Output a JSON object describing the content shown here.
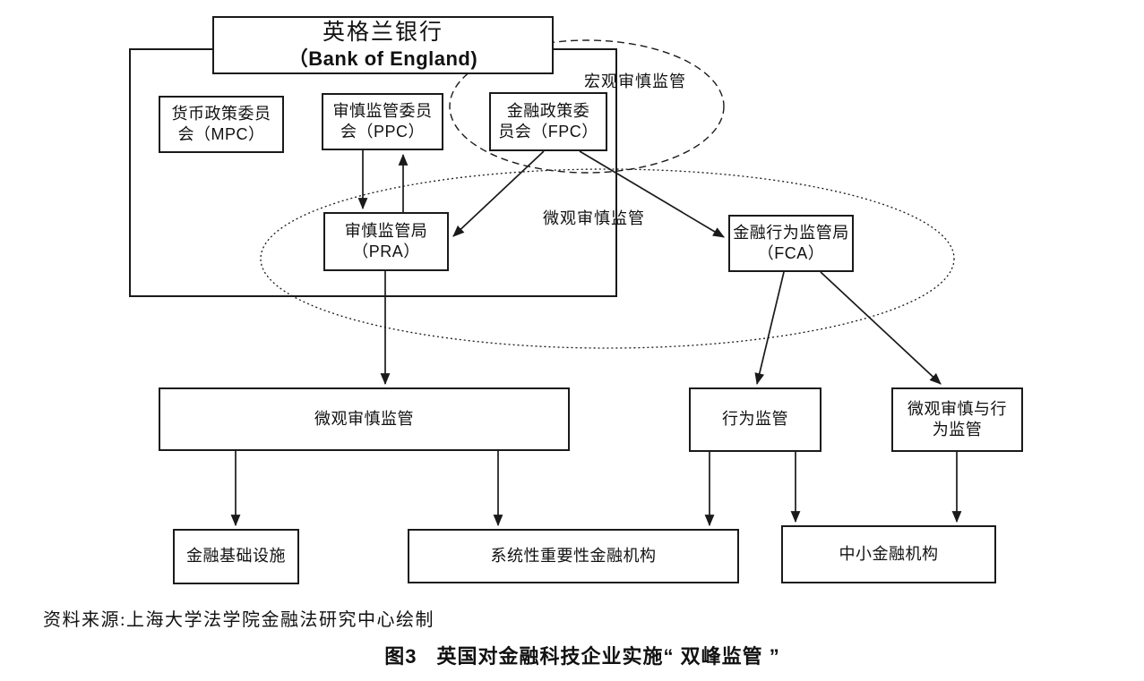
{
  "canvas": {
    "background": "#ffffff",
    "line_color": "#1a1a1a"
  },
  "nodes": {
    "bank": {
      "line1": "英格兰银行",
      "line2": "（Bank of England)"
    },
    "mpc": {
      "line1": "货币政策委员",
      "line2": "会（MPC）"
    },
    "ppc": {
      "line1": "审慎监管委员",
      "line2": "会（PPC）"
    },
    "fpc": {
      "line1": "金融政策委",
      "line2": "员会（FPC）"
    },
    "pra": {
      "line1": "审慎监管局",
      "line2": "（PRA）"
    },
    "fca": {
      "line1": "金融行为监管局",
      "line2": "（FCA）"
    },
    "micro_wide": {
      "label": "微观审慎监管"
    },
    "conduct": {
      "label": "行为监管"
    },
    "micro_conduct": {
      "line1": "微观审慎与行",
      "line2": "为监管"
    },
    "infra": {
      "label": "金融基础设施"
    },
    "sifi": {
      "label": "系统性重要性金融机构"
    },
    "sme": {
      "label": "中小金融机构"
    }
  },
  "zone_labels": {
    "macro": "宏观审慎监管",
    "micro": "微观审慎监管"
  },
  "source_note": "资料来源:上海大学法学院金融法研究中心绘制",
  "caption": {
    "figure_no": "图3",
    "title": "英国对金融科技企业实施“ 双峰监管 ”"
  }
}
